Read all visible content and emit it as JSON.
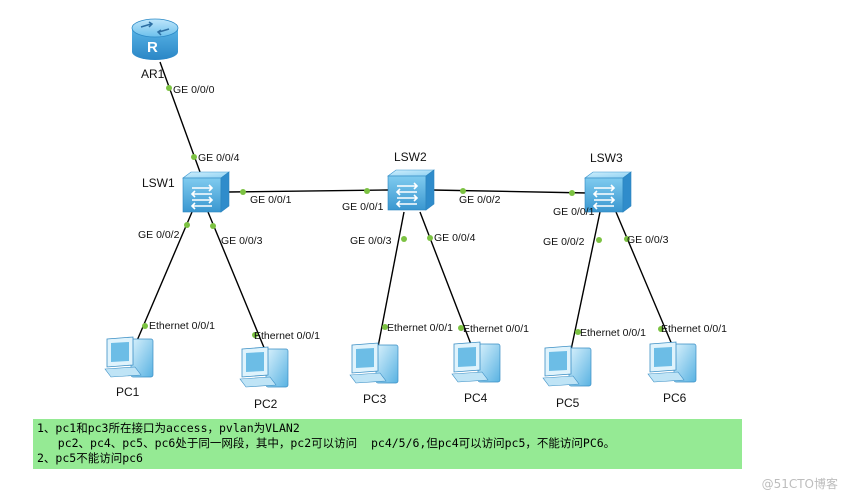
{
  "devices": {
    "ar1": "AR1",
    "lsw1": "LSW1",
    "lsw2": "LSW2",
    "lsw3": "LSW3",
    "pc1": "PC1",
    "pc2": "PC2",
    "pc3": "PC3",
    "pc4": "PC4",
    "pc5": "PC5",
    "pc6": "PC6"
  },
  "ports": {
    "ar1_ge000": "GE 0/0/0",
    "lsw1_ge004": "GE 0/0/4",
    "lsw1_ge001": "GE 0/0/1",
    "lsw1_ge002": "GE 0/0/2",
    "lsw1_ge003": "GE 0/0/3",
    "lsw2_ge001": "GE 0/0/1",
    "lsw2_ge002": "GE 0/0/2",
    "lsw2_ge003": "GE 0/0/3",
    "lsw2_ge004": "GE 0/0/4",
    "lsw3_ge001": "GE 0/0/1",
    "lsw3_ge002": "GE 0/0/2",
    "lsw3_ge003": "GE 0/0/3",
    "pc1_eth": "Ethernet 0/0/1",
    "pc2_eth": "Ethernet 0/0/1",
    "pc3_eth": "Ethernet 0/0/1",
    "pc4_eth": "Ethernet 0/0/1",
    "pc5_eth": "Ethernet 0/0/1",
    "pc6_eth": "Ethernet 0/0/1"
  },
  "note": {
    "line1": "1、pc1和pc3所在接口为access，pvlan为VLAN2",
    "line2": "   pc2、pc4、pc5、pc6处于同一网段，其中，pc2可以访问  pc4/5/6,但pc4可以访问pc5，不能访问PC6。",
    "line3": "2、pc5不能访问pc6"
  },
  "watermark": "@51CTO博客",
  "colors": {
    "note_bg": "#95ea94",
    "link_dot": "#7cc242",
    "device_blue": "#4aa3d8"
  }
}
